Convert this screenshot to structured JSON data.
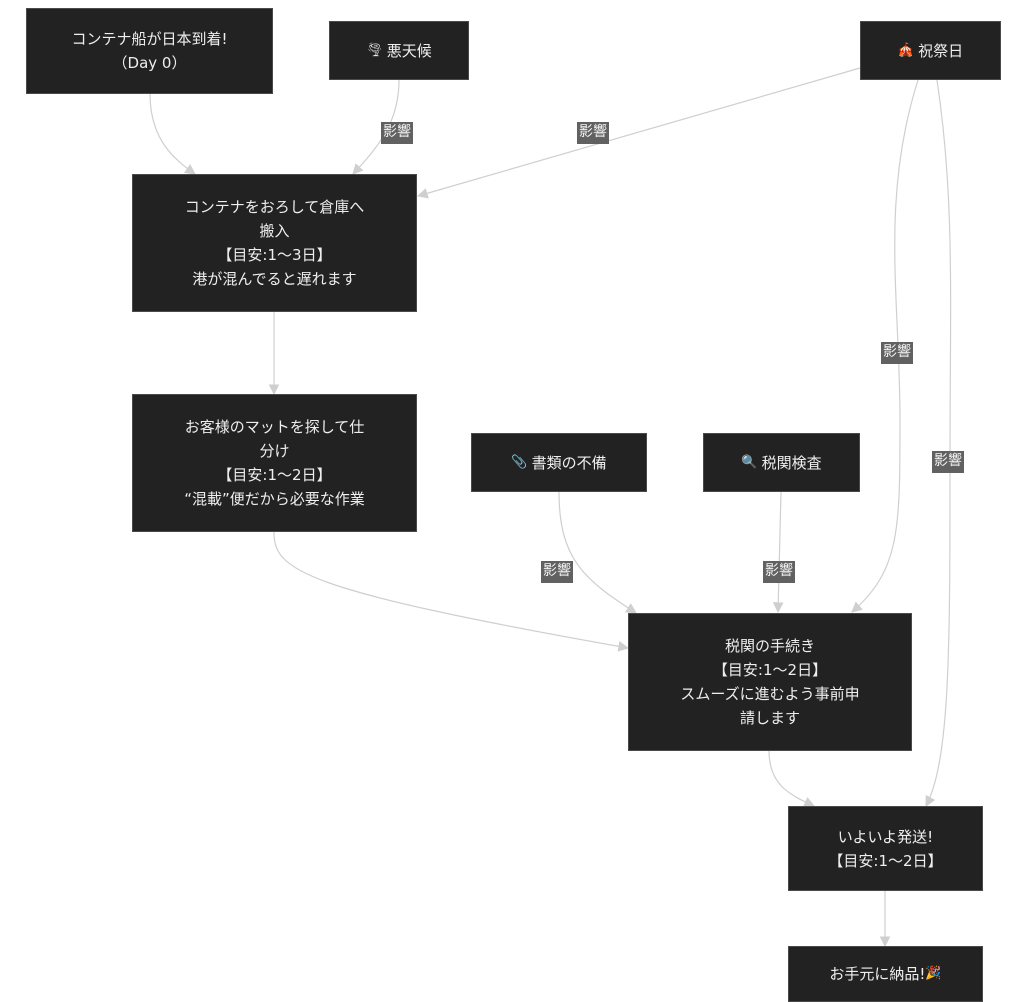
{
  "nodes": {
    "arrival": {
      "line1": "コンテナ船が日本到着!",
      "line2": "（Day 0）"
    },
    "weather": {
      "icon": "🌪",
      "label": "悪天候"
    },
    "holiday": {
      "icon": "🎪",
      "label": "祝祭日"
    },
    "unload": {
      "line1": "コンテナをおろして倉庫へ",
      "line2": "搬入",
      "line3": "【目安:1〜3日】",
      "line4": "港が混んでると遅れます"
    },
    "sort": {
      "line1": "お客様のマットを探して仕",
      "line2": "分け",
      "line3": "【目安:1〜2日】",
      "line4": "“混載”便だから必要な作業"
    },
    "documents": {
      "icon": "📎",
      "label": "書類の不備"
    },
    "inspection": {
      "icon": "🔍",
      "label": "税関検査"
    },
    "customs": {
      "line1": "税関の手続き",
      "line2": "【目安:1〜2日】",
      "line3": "スムーズに進むよう事前申",
      "line4": "請します"
    },
    "shipping": {
      "line1": "いよいよ発送!",
      "line2": "【目安:1〜2日】"
    },
    "delivery": {
      "label": "お手元に納品!",
      "icon": "🎉"
    }
  },
  "edge_labels": {
    "weather_to_unload": "影響",
    "holiday_to_unload": "影響",
    "holiday_to_customs": "影響",
    "holiday_to_shipping": "影響",
    "documents_to_customs": "影響",
    "inspection_to_customs": "影響"
  },
  "colors": {
    "node_fill": "#222222",
    "node_text": "#eeeeee",
    "edge": "#cfcfcf",
    "edge_label_fill": "#616161"
  }
}
